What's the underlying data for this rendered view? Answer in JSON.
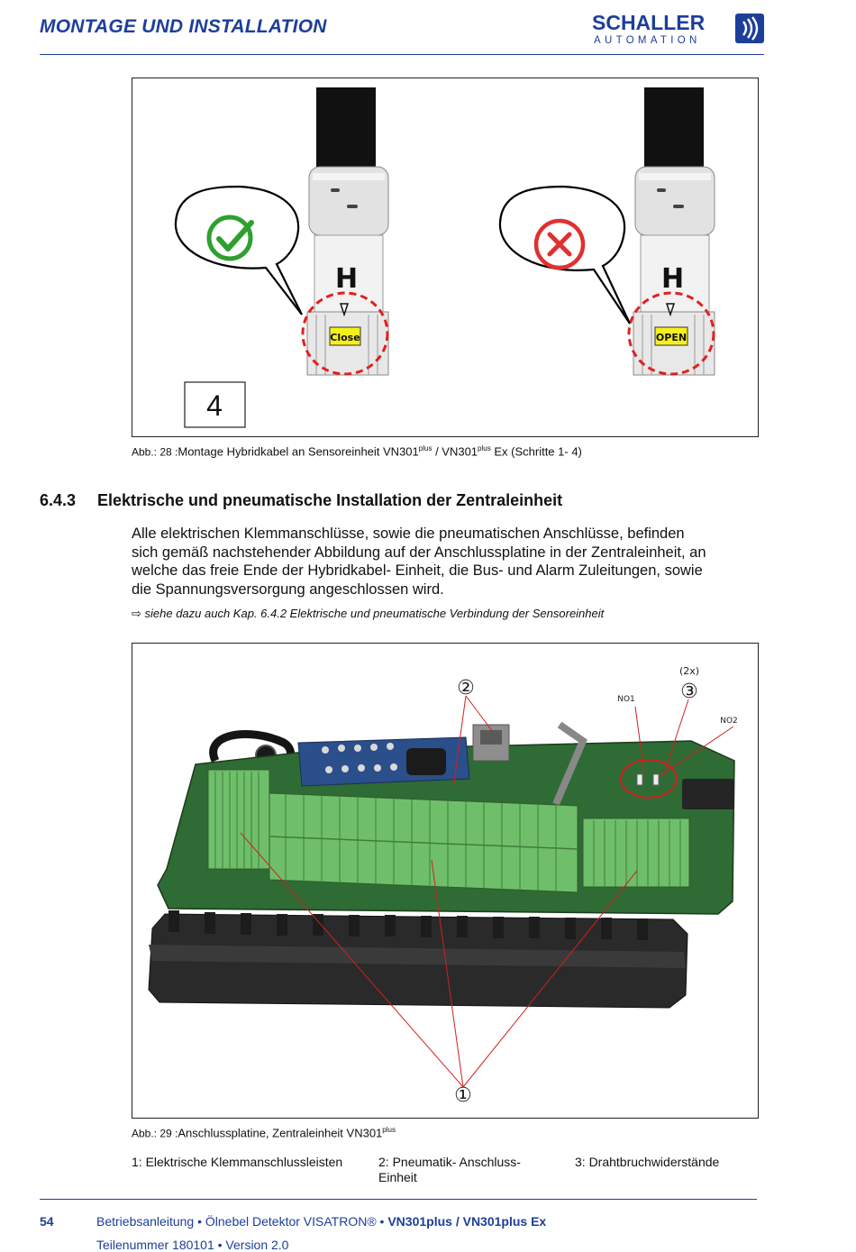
{
  "header": {
    "title": "MONTAGE UND INSTALLATION",
    "logo_word": "SCHALLER",
    "logo_sub": "AUTOMATION"
  },
  "figure28": {
    "step_number": "4",
    "left_label": "Close",
    "right_label": "OPEN",
    "marker_letter": "H",
    "caption_label": "Abb.: 28 :",
    "caption_text_a": "Montage Hybridkabel an Sensoreinheit VN301",
    "caption_sup_a": "plus",
    "caption_text_b": " / VN301",
    "caption_sup_b": "plus",
    "caption_text_c": " Ex (Schritte 1- 4)",
    "colors": {
      "check": "#2ea02e",
      "cross": "#e03030",
      "highlight": "#e02020",
      "label_bg": "#f5ef1c"
    }
  },
  "section": {
    "number": "6.4.3",
    "title": "Elektrische und pneumatische Installation der Zentraleinheit",
    "paragraph_lines": [
      "Alle elektrischen Klemmanschlüsse, sowie die pneumatischen Anschlüsse, befinden",
      "sich gemäß nachstehender Abbildung auf der Anschlussplatine in der Zentraleinheit, an",
      "welche das freie Ende der Hybridkabel- Einheit, die Bus- und Alarm Zuleitungen, sowie",
      "die Spannungsversorgung angeschlossen wird."
    ],
    "reference": "⇨ siehe dazu auch Kap. 6.4.2 Elektrische und pneumatische Verbindung der Sensoreinheit"
  },
  "figure29": {
    "callout_1": "①",
    "callout_2": "②",
    "callout_3": "③",
    "callout_3_count": "(2x)",
    "label_no1": "NO1",
    "label_no2": "NO2",
    "caption_label": "Abb.: 29 :",
    "caption_text": "Anschlussplatine, Zentraleinheit VN301",
    "caption_sup": "plus",
    "colors": {
      "board": "#2f6b34",
      "terminal": "#6fbf6a",
      "housing": "#2a2a2a",
      "leader": "#d22020"
    }
  },
  "legend": {
    "item1": "1: Elektrische Klemmanschlussleisten",
    "item2_line1": "2: Pneumatik- Anschluss-",
    "item2_line2": "Einheit",
    "item3": "3: Drahtbruchwiderstände"
  },
  "footer": {
    "page_number": "54",
    "line1_prefix": "Betriebsanleitung • Ölnebel Detektor VISATRON® • ",
    "line1_bold_a": "VN301plus",
    "line1_sep": " / ",
    "line1_bold_b": "VN301plus Ex",
    "line2": "Teilenummer 180101 • Version 2.0"
  }
}
